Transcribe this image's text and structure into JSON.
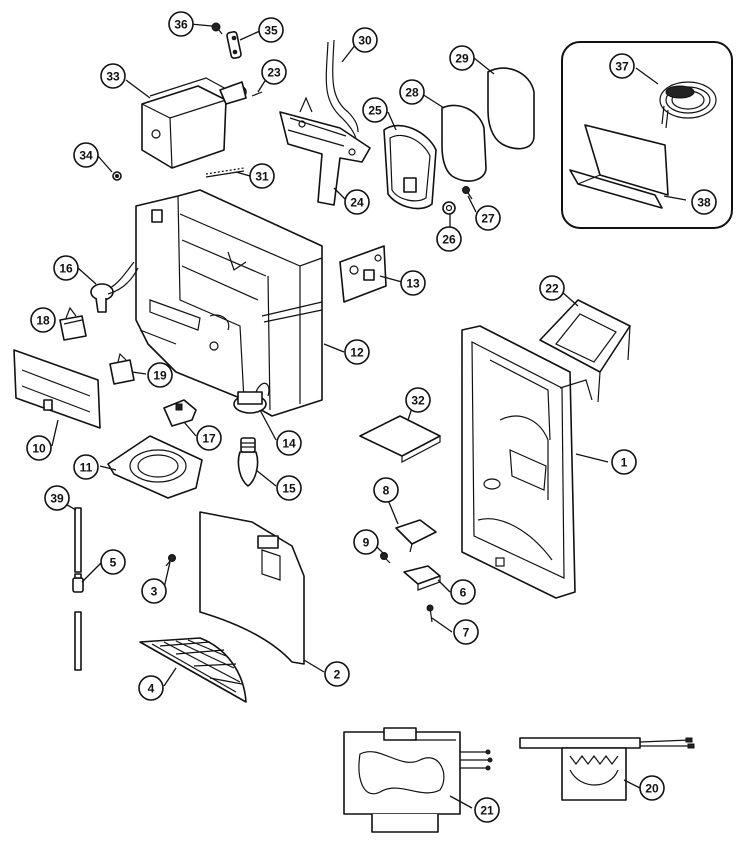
{
  "callouts": [
    {
      "label": "36"
    },
    {
      "label": "35"
    },
    {
      "label": "30"
    },
    {
      "label": "29"
    },
    {
      "label": "37"
    },
    {
      "label": "33"
    },
    {
      "label": "23"
    },
    {
      "label": "28"
    },
    {
      "label": "25"
    },
    {
      "label": "34"
    },
    {
      "label": "31"
    },
    {
      "label": "24"
    },
    {
      "label": "26"
    },
    {
      "label": "27"
    },
    {
      "label": "38"
    },
    {
      "label": "16"
    },
    {
      "label": "13"
    },
    {
      "label": "22"
    },
    {
      "label": "18"
    },
    {
      "label": "12"
    },
    {
      "label": "19"
    },
    {
      "label": "32"
    },
    {
      "label": "10"
    },
    {
      "label": "17"
    },
    {
      "label": "14"
    },
    {
      "label": "1"
    },
    {
      "label": "11"
    },
    {
      "label": "15"
    },
    {
      "label": "8"
    },
    {
      "label": "39"
    },
    {
      "label": "9"
    },
    {
      "label": "5"
    },
    {
      "label": "3"
    },
    {
      "label": "6"
    },
    {
      "label": "7"
    },
    {
      "label": "2"
    },
    {
      "label": "4"
    },
    {
      "label": "21"
    },
    {
      "label": "20"
    }
  ]
}
